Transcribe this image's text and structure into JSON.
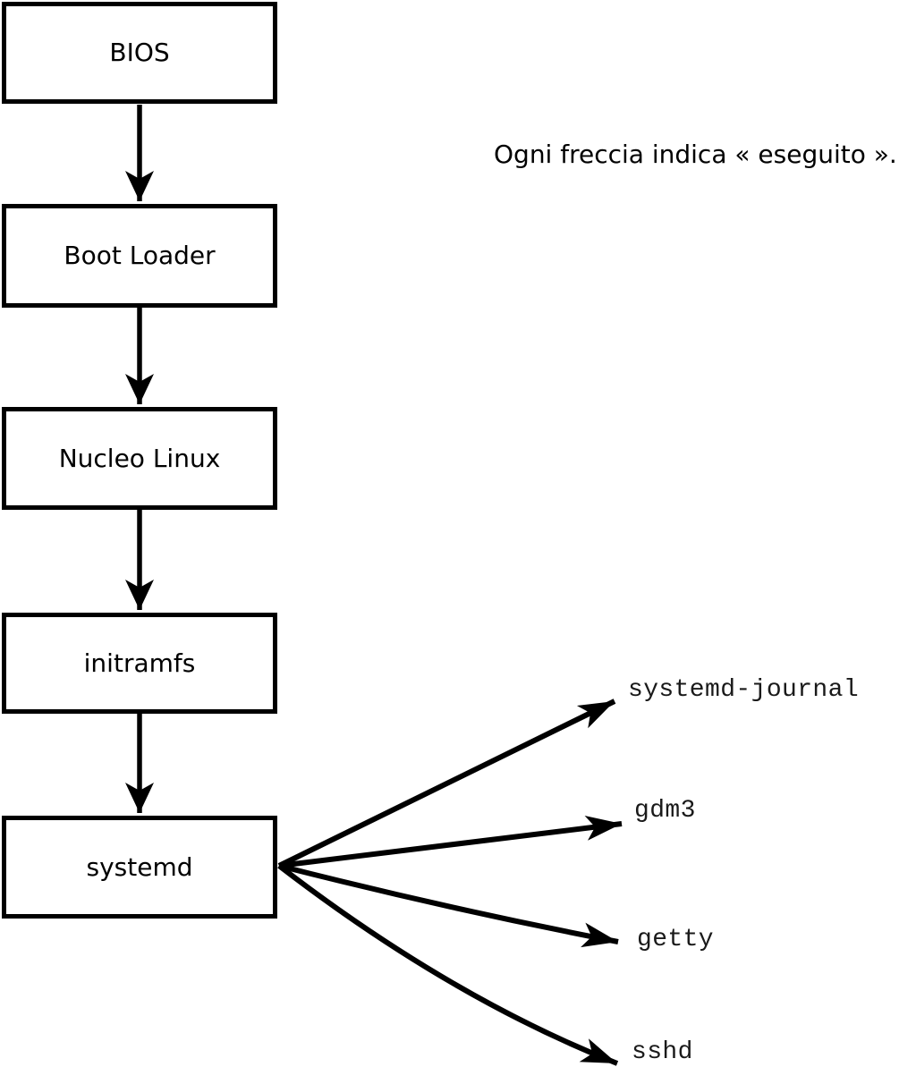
{
  "diagram": {
    "caption": "Ogni freccia indica « eseguito ».",
    "boxes": [
      {
        "id": "bios",
        "label": "BIOS"
      },
      {
        "id": "boot-loader",
        "label": "Boot Loader"
      },
      {
        "id": "nucleo-linux",
        "label": "Nucleo Linux"
      },
      {
        "id": "initramfs",
        "label": "initramfs"
      },
      {
        "id": "systemd",
        "label": "systemd"
      }
    ],
    "flow_order": [
      "BIOS",
      "Boot Loader",
      "Nucleo Linux",
      "initramfs",
      "systemd"
    ],
    "spawned_services": [
      {
        "id": "systemd-journal",
        "label": "systemd-journal"
      },
      {
        "id": "gdm3",
        "label": "gdm3"
      },
      {
        "id": "getty",
        "label": "getty"
      },
      {
        "id": "sshd",
        "label": "sshd"
      }
    ],
    "colors": {
      "ink": "#000000",
      "box_fill": "#ffffff",
      "background": "#ffffff",
      "service_text": "#1a1a1a"
    }
  }
}
